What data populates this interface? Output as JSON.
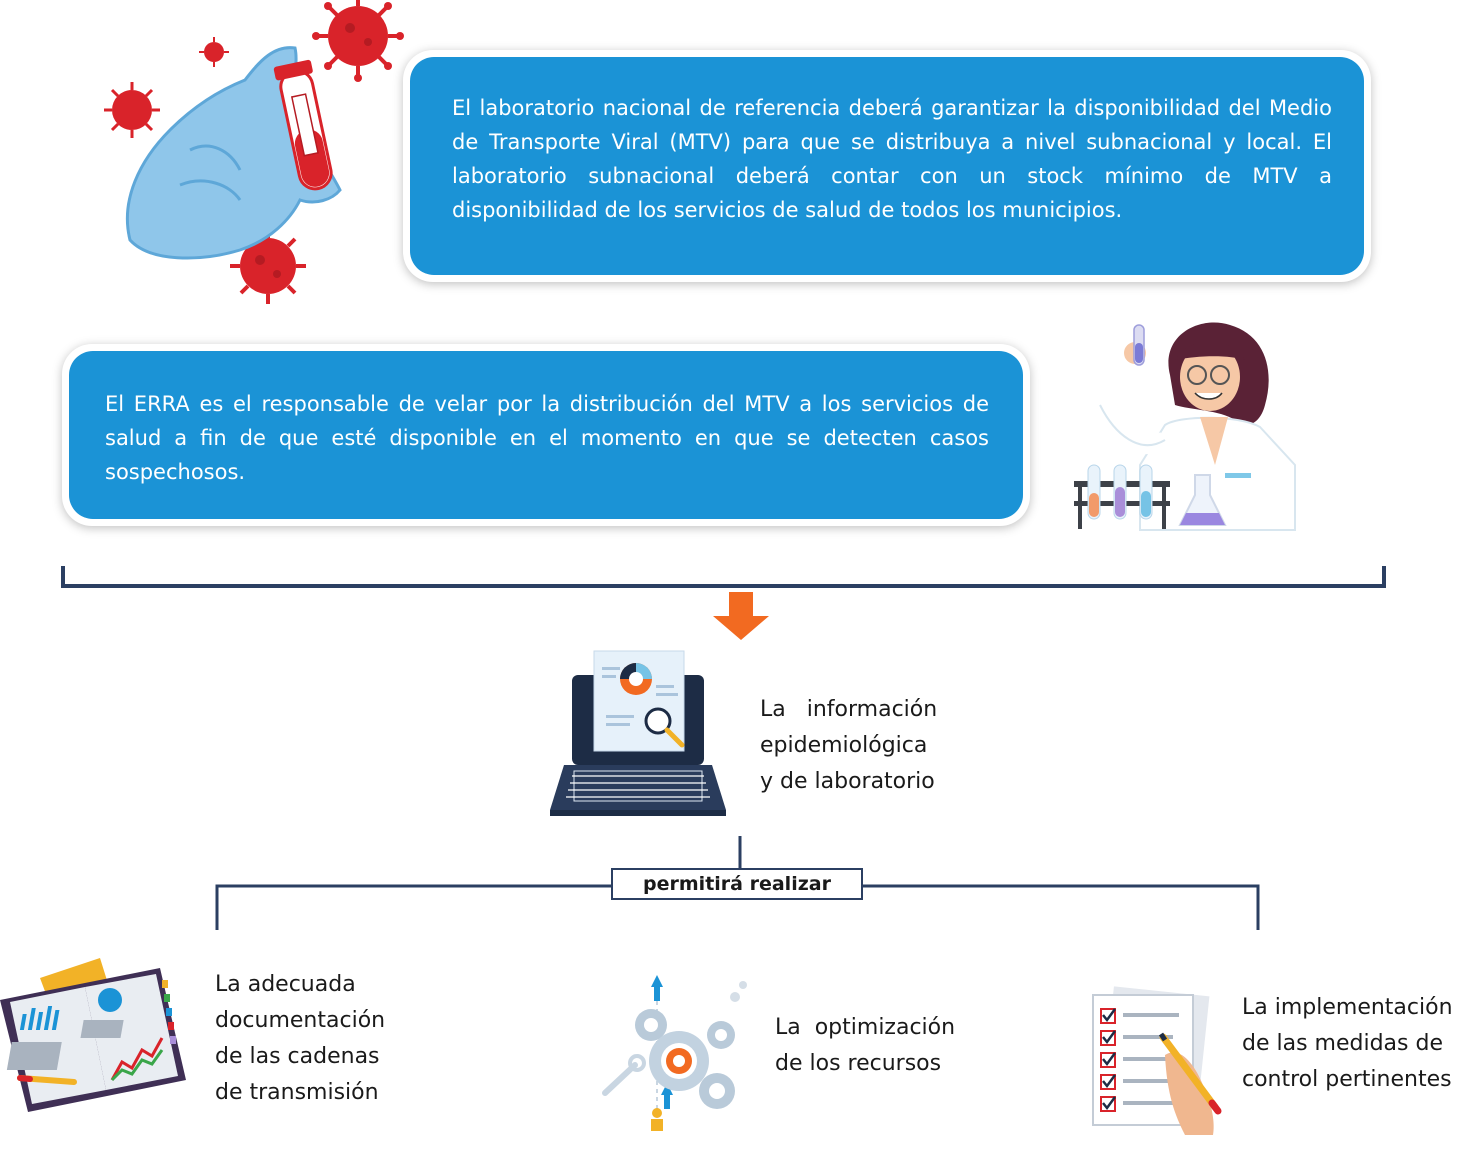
{
  "cards": {
    "top": "El laboratorio nacional de referencia deberá garantizar la disponibilidad del Medio de Transporte Viral (MTV) para que se distribuya a nivel subnacional y local. El laboratorio subnacional deberá contar con un stock mínimo de MTV a disponibilidad de los servicios de salud de todos los municipios.",
    "middle": "El ERRA es el responsable de velar por la distribución del MTV a los servicios de salud a fin de que esté disponible en el momento en que se detecten casos sospechosos."
  },
  "info": {
    "line1": "La información",
    "line2": "epidemiológica",
    "line3": "y de laboratorio"
  },
  "connector_label": "permitirá realizar",
  "outcomes": [
    {
      "lines": [
        "La adecuada",
        "documentación",
        "de las cadenas",
        "de transmisión"
      ],
      "icon": "notebook-charts-icon"
    },
    {
      "lines": [
        "La  optimización",
        "de los recursos"
      ],
      "icon": "gears-wrench-icon"
    },
    {
      "lines": [
        "La implementación",
        "de las medidas de",
        "control pertinentes"
      ],
      "icon": "checklist-pencil-icon"
    }
  ],
  "colors": {
    "card_blue": "#1b93d6",
    "bracket": "#2b3f62",
    "arrow": "#f26a21",
    "virus": "#d9232a",
    "glove": "#8fc6ea"
  }
}
